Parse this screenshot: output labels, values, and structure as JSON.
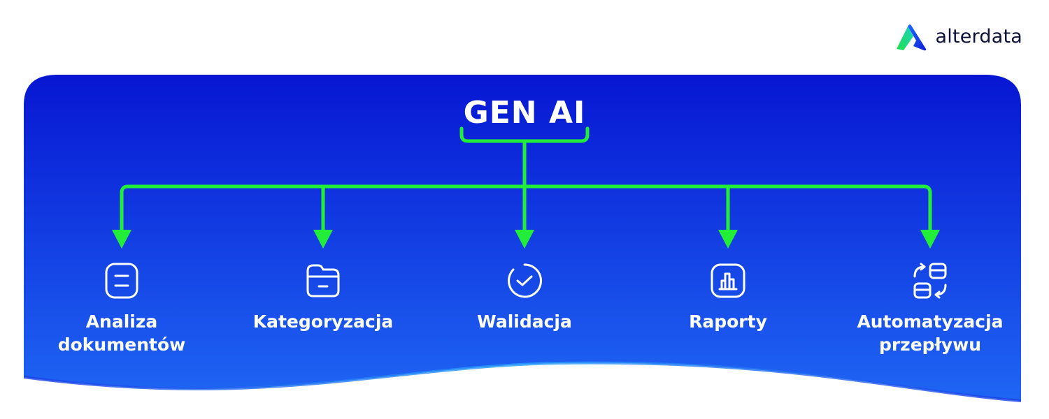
{
  "brand": {
    "name": "alterdata"
  },
  "diagram": {
    "title": "GEN AI",
    "nodes": [
      {
        "label": "Analiza\ndokumentów",
        "icon": "document-icon"
      },
      {
        "label": "Kategoryzacja",
        "icon": "folder-icon"
      },
      {
        "label": "Walidacja",
        "icon": "check-circle-icon"
      },
      {
        "label": "Raporty",
        "icon": "bar-chart-icon"
      },
      {
        "label": "Automatyzacja\nprzepływu",
        "icon": "workflow-icon"
      }
    ]
  },
  "colors": {
    "panel_top": "#0a1fd6",
    "panel_bottom": "#1d62f2",
    "connector": "#22ee3a",
    "text": "#ffffff",
    "logo_text": "#0d1138"
  }
}
